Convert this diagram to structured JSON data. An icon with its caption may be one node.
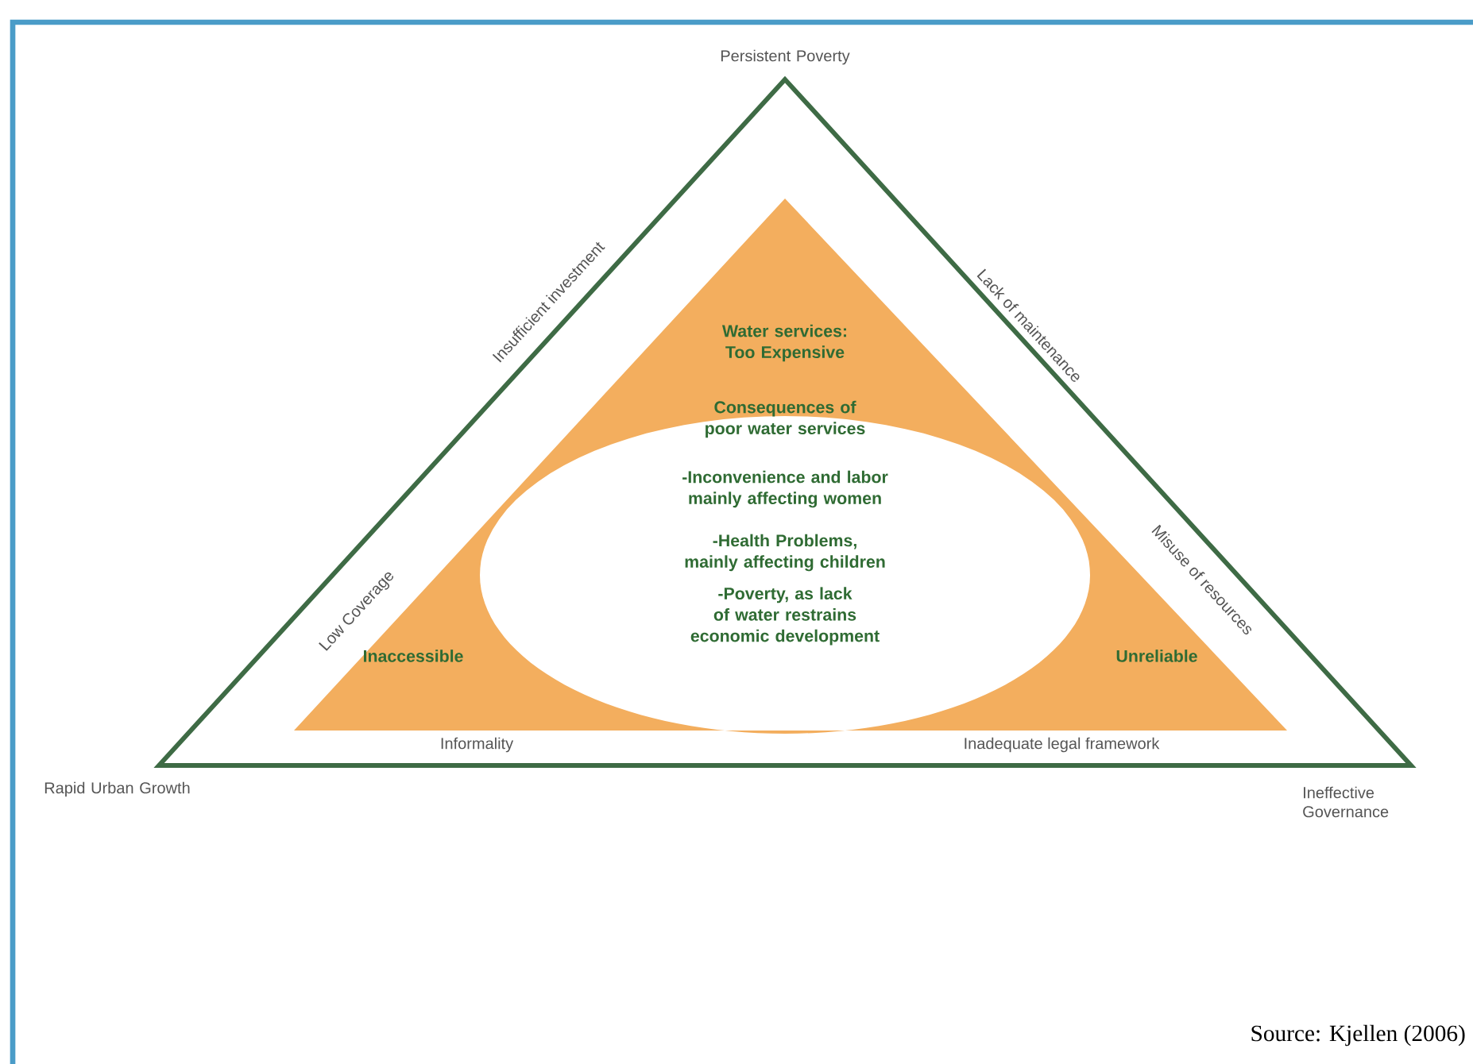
{
  "diagram": {
    "caption": "Source: Kjellen (2006)",
    "nodes": [
      {
        "text": [
          "Insufficient investment",
          "Lack of maintenance",
          "Low Coverage",
          "Misuse of resources",
          "Informality",
          "Inadequate legal framework"
        ],
        "beside": [
          "Persistent Poverty",
          "Rapid Urban Growth",
          "Ineffective Governance"
        ]
      },
      {
        "text": [
          "Water services: Too Expensive"
        ],
        "in": 0
      },
      {
        "text": [
          "Inaccessible"
        ],
        "in": 0
      },
      {
        "text": [
          "Unreliable"
        ],
        "in": 0
      },
      {
        "text": [
          "Consequences of poor water services",
          "-Inconvenience and labor mainly affecting women",
          "-Health Problems, mainly affecting children",
          "-Poverty, as lack of water restrains economic development"
        ],
        "in": 0
      }
    ]
  }
}
